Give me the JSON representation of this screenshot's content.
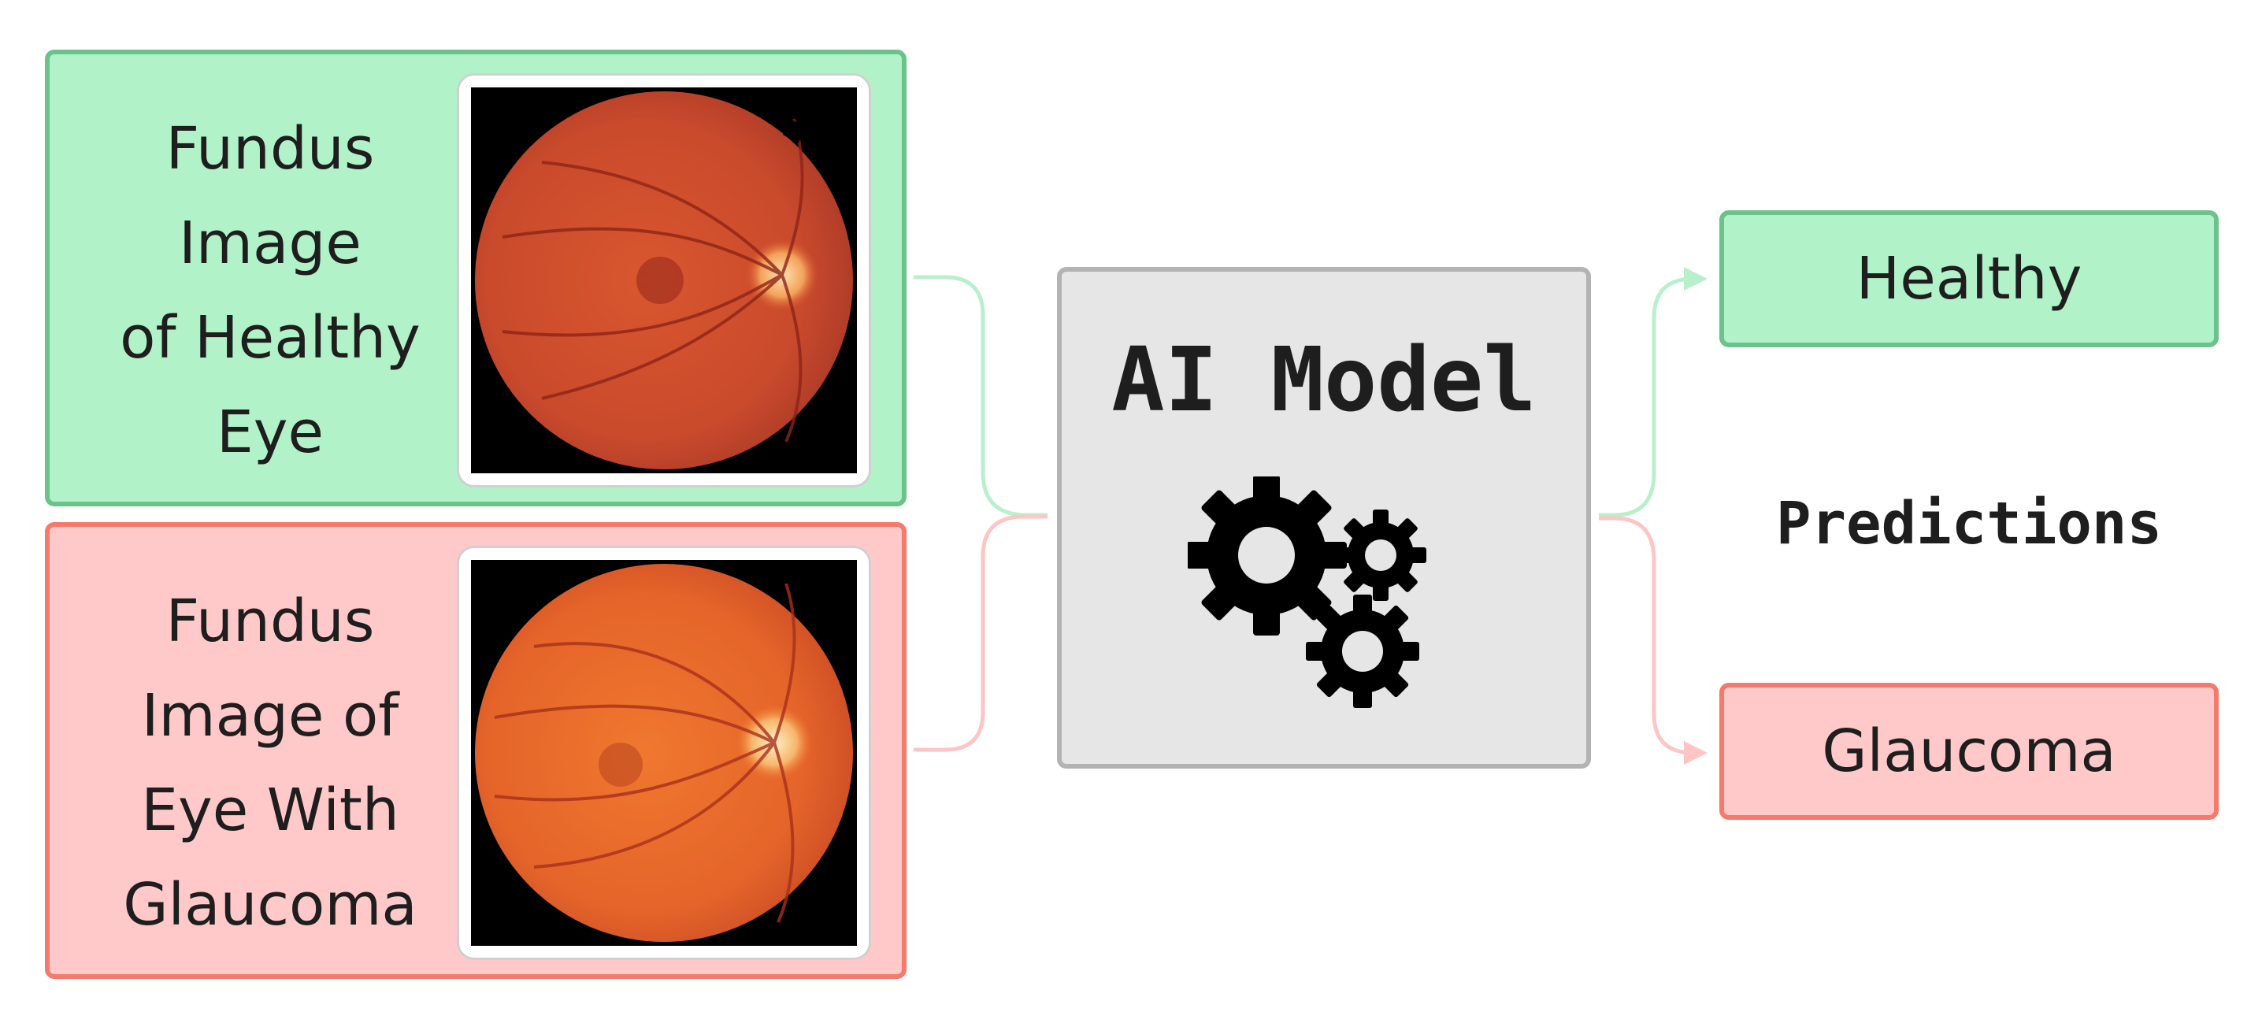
{
  "input_healthy": {
    "label_lines": [
      "Fundus",
      "Image",
      "of Healthy",
      "Eye"
    ],
    "image_desc": "fundus photograph of a healthy retina"
  },
  "input_glaucoma": {
    "label_lines": [
      "Fundus",
      "Image of",
      "Eye With",
      "Glaucoma"
    ],
    "image_desc": "fundus photograph of a retina with glaucoma"
  },
  "model": {
    "title": "AI Model",
    "icon": "gears-icon"
  },
  "predictions": {
    "heading": "Predictions",
    "healthy_label": "Healthy",
    "glaucoma_label": "Glaucoma"
  },
  "colors": {
    "green_fill": "#b1f2c9",
    "green_border": "#6cc38a",
    "red_fill": "#ffc9c9",
    "red_border": "#f47a6c",
    "gray_fill": "#e6e6e6",
    "gray_border": "#b3b3b3",
    "green_arrow": "#b8f0cc",
    "red_arrow": "#ffc4c4"
  }
}
